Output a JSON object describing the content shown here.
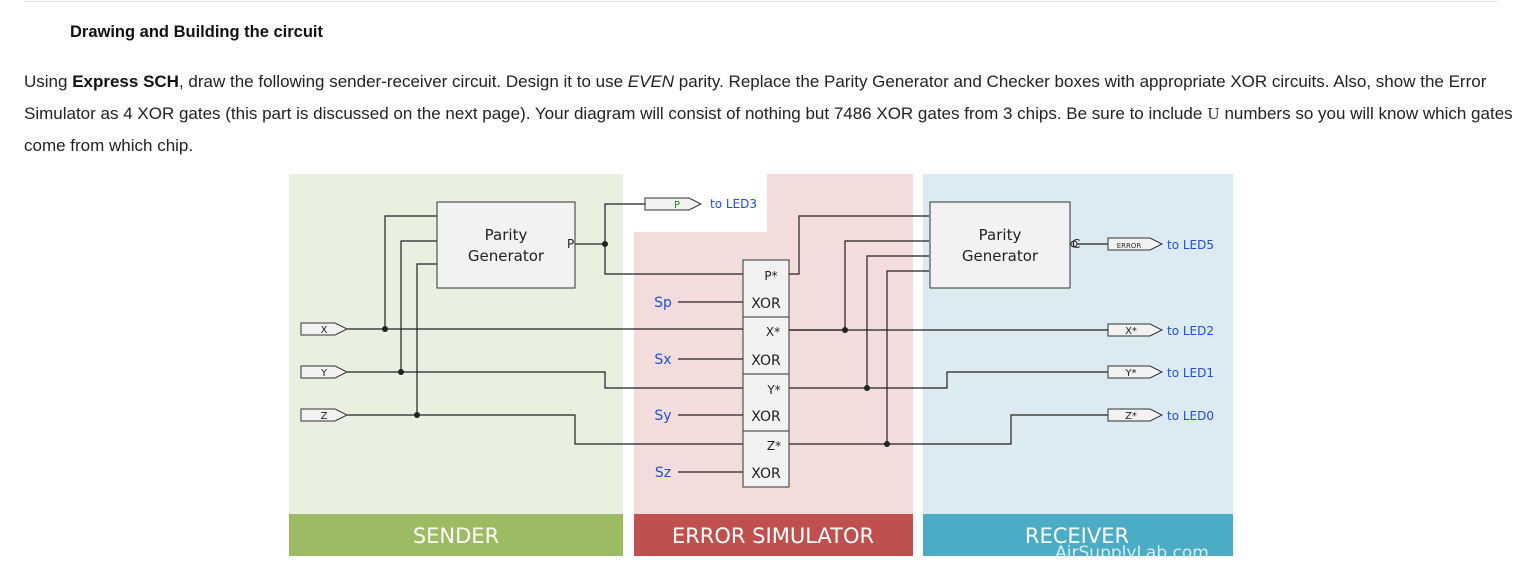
{
  "heading": "Drawing and Building the circuit",
  "paragraph": {
    "p1": "Using ",
    "tool": "Express SCH",
    "p2": ", draw the following sender-receiver circuit. Design it to use ",
    "parity": "EVEN",
    "p3": " parity. Replace the Parity Generator and Checker boxes with appropriate XOR circuits. Also, show the Error Simulator as 4 XOR gates (this part is discussed on the next page). Your diagram will consist of nothing but 7486 XOR gates from 3 chips. Be sure to include ",
    "mono": "U",
    "p4": " numbers so you will know which gates come from which chip."
  },
  "diagram": {
    "colors": {
      "sender_bg": "#e9f0e0",
      "sender_band": "#9cbb63",
      "error_bg": "#f2dcdc",
      "error_band": "#c0504d",
      "receiver_bg": "#dcebf2",
      "receiver_band": "#4bacc6",
      "blue_label": "#1f4fd8",
      "wire": "#222222"
    },
    "sender_label": "SENDER",
    "error_label": "ERROR SIMULATOR",
    "receiver_label": "RECEIVER",
    "watermark": "AirSupplyLab.com",
    "sender_parity": {
      "line1": "Parity",
      "line2": "Generator",
      "out": "P"
    },
    "receiver_parity": {
      "line1": "Parity",
      "line2": "Generator",
      "out": "C"
    },
    "inputs": [
      "X",
      "Y",
      "Z"
    ],
    "p_connector": "P",
    "p_dest": "to LED3",
    "error_switches": [
      "Sp",
      "Sx",
      "Sy",
      "Sz"
    ],
    "error_outputs": [
      "P*",
      "X*",
      "Y*",
      "Z*"
    ],
    "gate_label": "XOR",
    "outputs": [
      {
        "label": "ERROR",
        "dest": "to LED5"
      },
      {
        "label": "X*",
        "dest": "to LED2"
      },
      {
        "label": "Y*",
        "dest": "to LED1"
      },
      {
        "label": "Z*",
        "dest": "to LED0"
      }
    ]
  }
}
